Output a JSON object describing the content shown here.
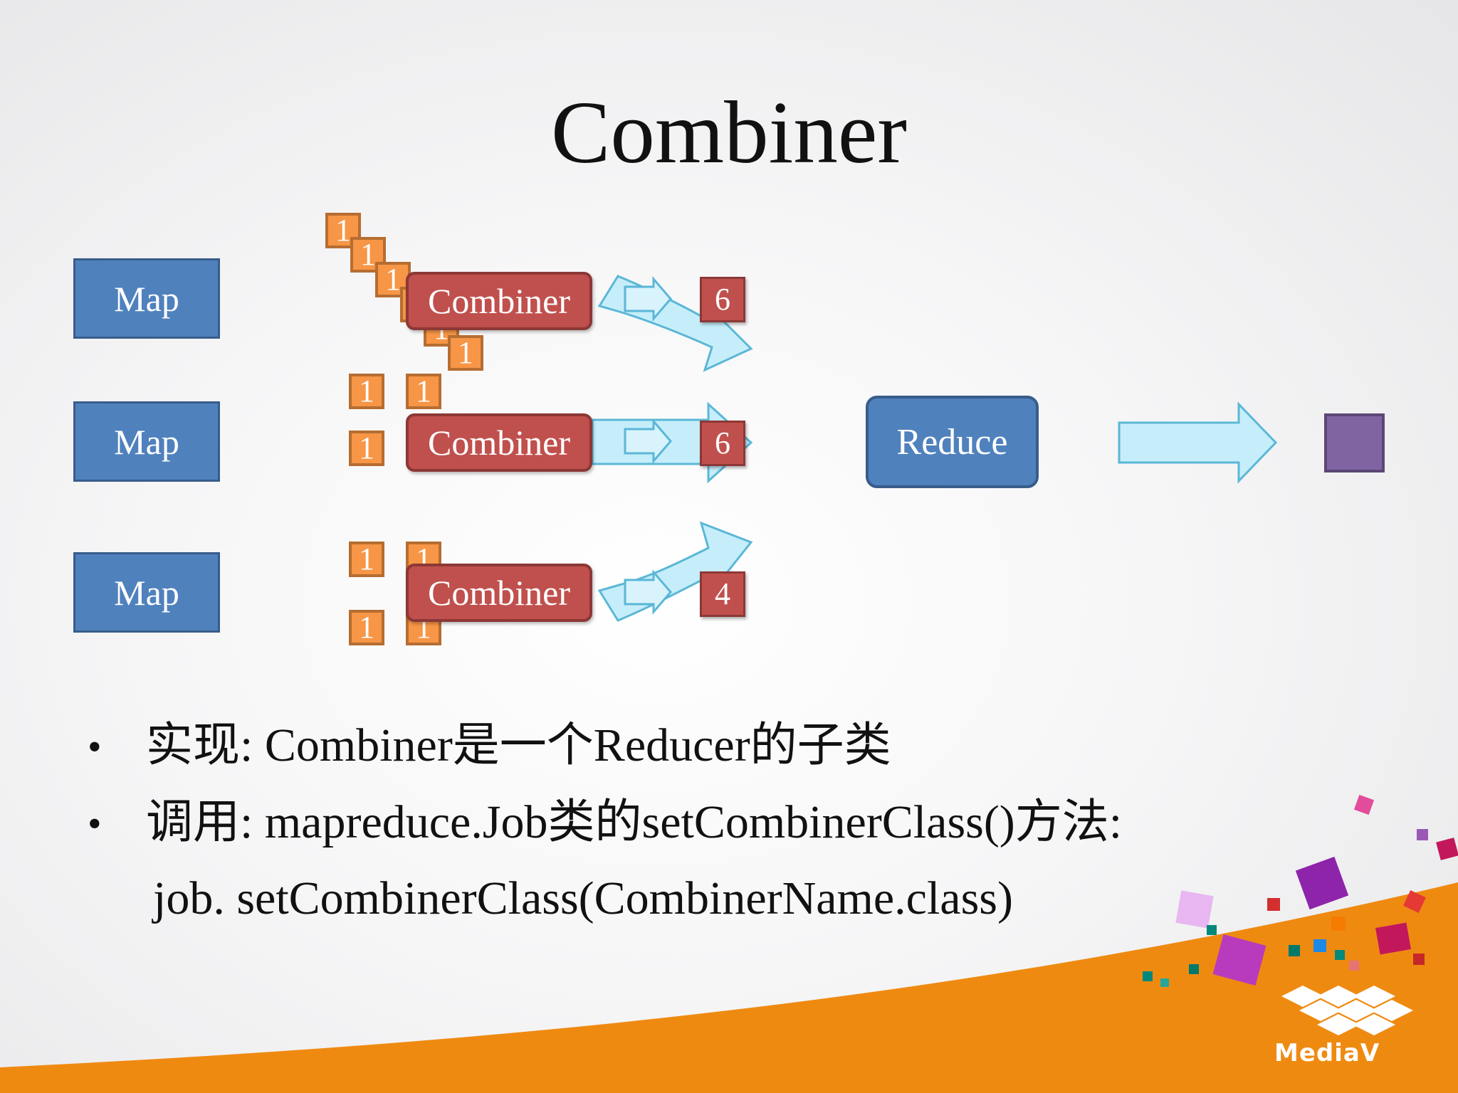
{
  "title": "Combiner",
  "diagram": {
    "map_label": "Map",
    "combiner_label": "Combiner",
    "one_label": "1",
    "counts": [
      "6",
      "6",
      "4"
    ],
    "reduce_label": "Reduce"
  },
  "bullets": [
    {
      "text": "实现: Combiner是一个Reducer的子类"
    },
    {
      "text": "调用: mapreduce.Job类的setCombinerClass()方法:"
    },
    {
      "text": "job. setCombinerClass(CombinerName.class)"
    }
  ],
  "bullet_symbol": "•",
  "logo": {
    "text": "MediaV"
  },
  "colors": {
    "map_blue": "#4f81bd",
    "combiner_red": "#c0504d",
    "one_orange": "#f79646",
    "arrow_cyan": "#c6eefa",
    "result_purple": "#8064a2",
    "footer_orange": "#ef8a11"
  }
}
